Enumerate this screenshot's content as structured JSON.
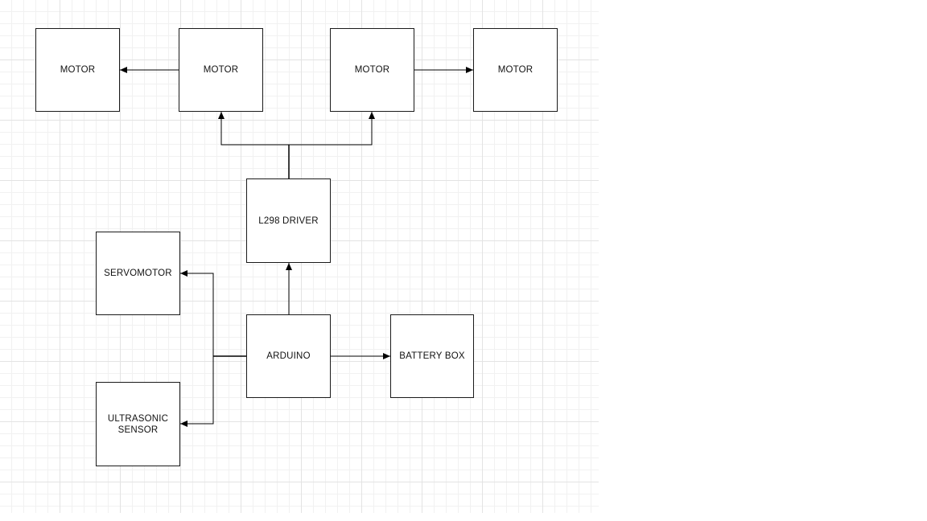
{
  "diagram": {
    "nodes": {
      "motor_1": "MOTOR",
      "motor_2": "MOTOR",
      "motor_3": "MOTOR",
      "motor_4": "MOTOR",
      "driver": "L298 DRIVER",
      "servo": "SERVOMOTOR",
      "arduino": "ARDUINO",
      "battery": "BATTERY BOX",
      "sonic": "ULTRASONIC\nSENSOR"
    },
    "edges": [
      {
        "from": "motor_2",
        "to": "motor_1"
      },
      {
        "from": "motor_3",
        "to": "motor_4"
      },
      {
        "from": "driver",
        "to": "motor_2"
      },
      {
        "from": "driver",
        "to": "motor_3"
      },
      {
        "from": "arduino",
        "to": "driver"
      },
      {
        "from": "arduino",
        "to": "battery"
      },
      {
        "from": "arduino",
        "to": "servo"
      },
      {
        "from": "arduino",
        "to": "sonic"
      }
    ],
    "colors": {
      "stroke": "#000000",
      "box_border": "#1a1a1a",
      "grid_major": "#e3e3e3",
      "grid_minor": "#f1f1f1"
    }
  }
}
